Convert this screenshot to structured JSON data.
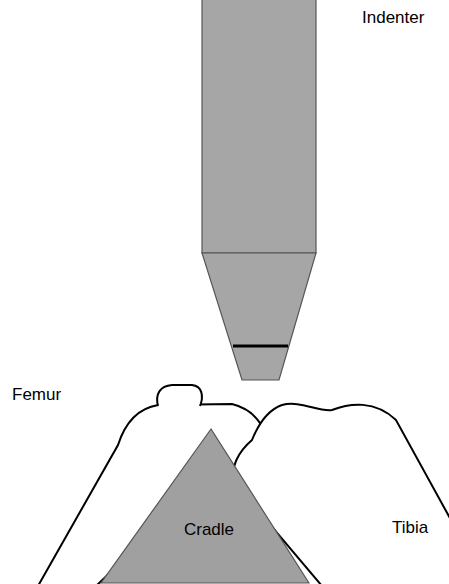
{
  "diagram": {
    "nodes": [
      {
        "text": [
          "Cradle"
        ]
      }
    ],
    "labels": [
      "Indenter",
      "Femur",
      "Tibia"
    ]
  }
}
